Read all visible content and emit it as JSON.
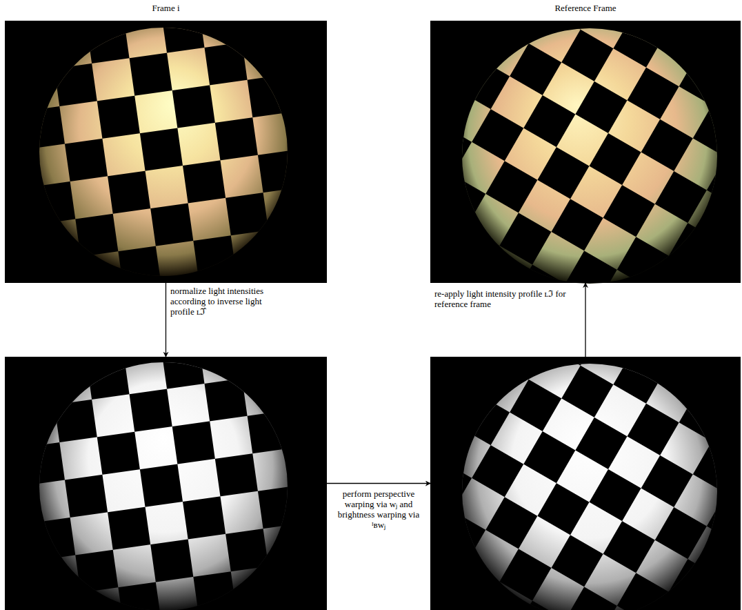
{
  "diagram": {
    "nodes": [
      {
        "text": [
          "Frame i"
        ]
      },
      {
        "text": [
          "Reference Frame"
        ]
      },
      {
        "text": []
      },
      {
        "text": []
      }
    ],
    "edges": [
      {
        "from": 0,
        "to": 2,
        "arrow": "to",
        "label": "normalize light intensities according to inverse light profile ʟℑ̂"
      },
      {
        "from": 2,
        "to": 3,
        "arrow": "to",
        "label": "perform perspective warping via wⱼ and brightness warping via ᴵʙwⱼ"
      },
      {
        "from": 3,
        "to": 1,
        "arrow": "to",
        "label": "re-apply light intensity profile ʟℑ for reference frame"
      }
    ]
  }
}
